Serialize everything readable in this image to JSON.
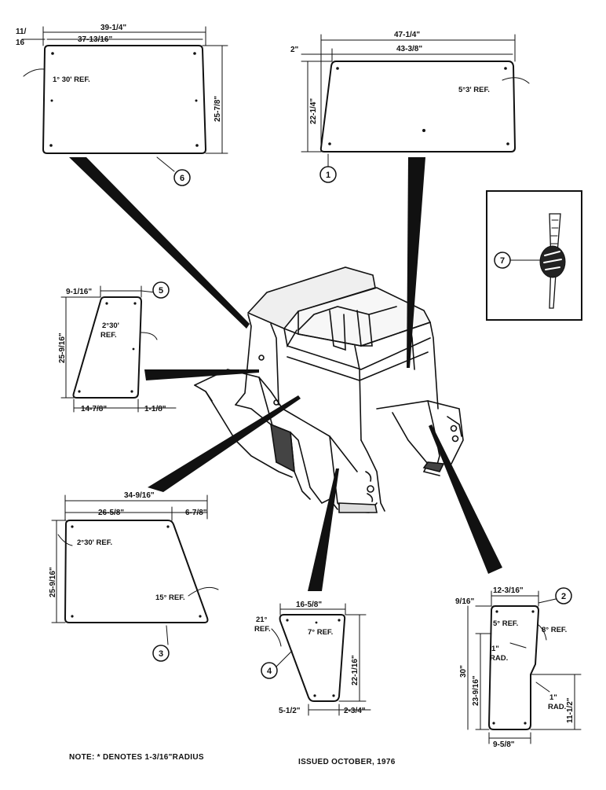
{
  "panel_6": {
    "dims": {
      "overall_width": "39-1/4\"",
      "inner_width": "37-13/16\"",
      "left_offset_top": "11/",
      "left_offset_bottom": "16",
      "height": "25-7/8\""
    },
    "ref": "1° 30' REF.",
    "item": "6"
  },
  "panel_1": {
    "dims": {
      "overall_width": "47-1/4\"",
      "inner_width": "43-3/8\"",
      "left_offset": "2\"",
      "height": "22-1/4\""
    },
    "ref": "5°3' REF.",
    "item": "1"
  },
  "detail_7": {
    "item": "7"
  },
  "panel_5": {
    "dims": {
      "top_width": "9-1/16\"",
      "bottom_width": "14-7/8\"",
      "bottom_offset": "1-1/8\"",
      "height": "25-9/16\""
    },
    "ref_line1": "2°30'",
    "ref_line2": "REF.",
    "item": "5"
  },
  "panel_3": {
    "dims": {
      "overall_width": "34-9/16\"",
      "top_width": "26-5/8\"",
      "offset": "6-7/8\"",
      "height": "25-9/16\""
    },
    "ref_a": "2°30' REF.",
    "ref_b": "15° REF.",
    "item": "3"
  },
  "panel_4": {
    "dims": {
      "top_width": "16-5/8\"",
      "bottom_width": "5-1/2\"",
      "bottom_offset": "2-3/4\"",
      "height": "22-1/16\""
    },
    "ref_a_line1": "21°",
    "ref_a_line2": "REF.",
    "ref_b": "7° REF.",
    "item": "4"
  },
  "panel_2": {
    "dims": {
      "top_width": "12-3/16\"",
      "top_offset": "9/16\"",
      "overall_height": "30\"",
      "mid_height": "23-9/16\"",
      "lower_height": "11-1/2\"",
      "bottom_width": "9-5/8\""
    },
    "ref_a": "5° REF.",
    "ref_b": "8° REF.",
    "rad_1_line1": "1\"",
    "rad_1_line2": "RAD.",
    "rad_2_line1": "1\"",
    "rad_2_line2": "RAD.",
    "item": "2"
  },
  "footer": {
    "note": "NOTE: * DENOTES 1-3/16\"RADIUS",
    "issued": "ISSUED OCTOBER, 1976"
  }
}
